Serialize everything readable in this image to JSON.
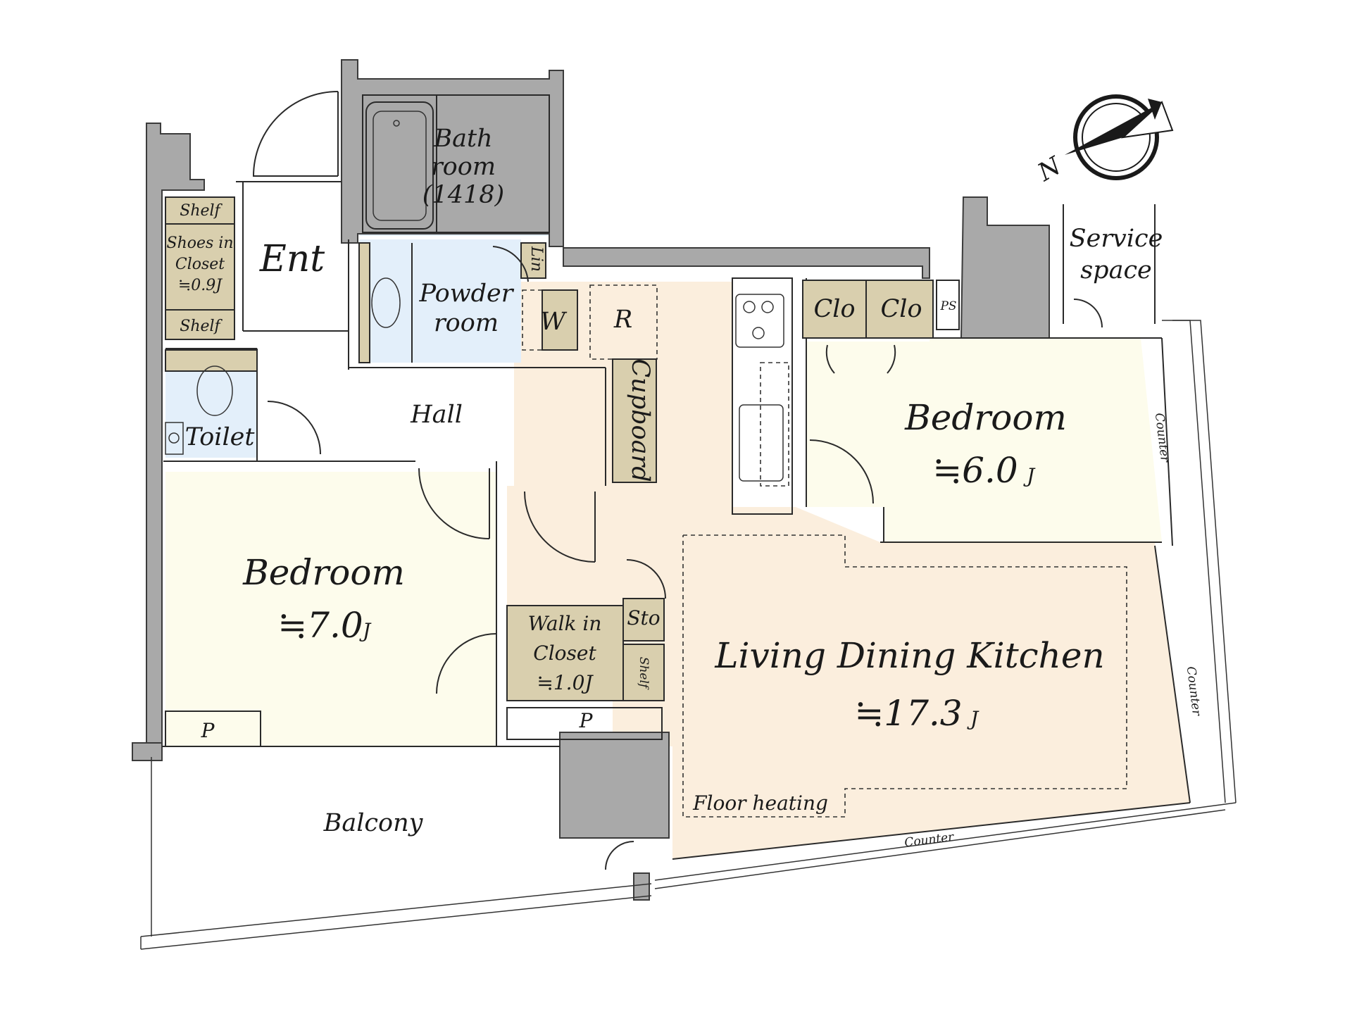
{
  "rooms": {
    "bath": {
      "line1": "Bath",
      "line2": "room",
      "line3": "(1418)"
    },
    "entrance": "Ent",
    "powder": {
      "line1": "Powder",
      "line2": "room"
    },
    "lin": "Lin",
    "washer": "W",
    "fridge": "R",
    "cupboard": "Cupboard",
    "hall": "Hall",
    "toilet": "Toilet",
    "shoes_closet": {
      "line1": "Shoes in",
      "line2": "Closet",
      "line3": "≒0.9J"
    },
    "shelf_top": "Shelf",
    "shelf_bottom": "Shelf",
    "clo1": "Clo",
    "clo2": "Clo",
    "ps": "PS",
    "service": {
      "line1": "Service",
      "line2": "space"
    },
    "bedroom_east": {
      "name": "Bedroom",
      "size": "≒6.0",
      "unit": "J"
    },
    "bedroom_west": {
      "name": "Bedroom",
      "size": "≒7.0",
      "unit": "J"
    },
    "walk_in_closet": {
      "line1": "Walk in",
      "line2": "Closet",
      "line3": "≒1.0J"
    },
    "storage": "Sto",
    "shelf_wic": "Shelf",
    "ldk": {
      "name": "Living Dining Kitchen",
      "size": "≒17.3",
      "unit": "J"
    },
    "floor_heating": "Floor heating",
    "p_left": "P",
    "p_right": "P",
    "balcony": "Balcony",
    "counter_east_upper": "Counter",
    "counter_east_lower": "Counter",
    "counter_south": "Counter"
  },
  "compass": {
    "north_label": "N"
  }
}
